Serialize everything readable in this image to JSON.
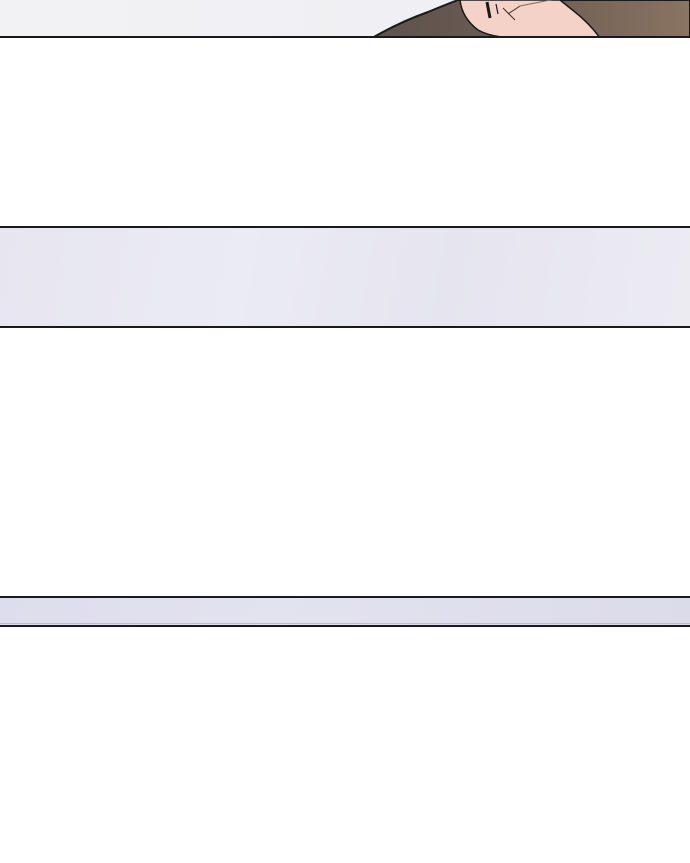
{
  "page": {
    "background": "#ffffff",
    "border_color": "#1a1a1a"
  },
  "panels": [
    {
      "name": "top-panel",
      "tint": "#f0eff3"
    },
    {
      "name": "middle-panel",
      "tint": "#e9e8f1"
    },
    {
      "name": "bottom-panel",
      "tint": "#e0dfed"
    }
  ],
  "illustration": {
    "subject": "character-shoulder-and-hand",
    "skin": "#f4d2c8",
    "clothing": "#6f5e55",
    "line": "#1a1a1a"
  }
}
